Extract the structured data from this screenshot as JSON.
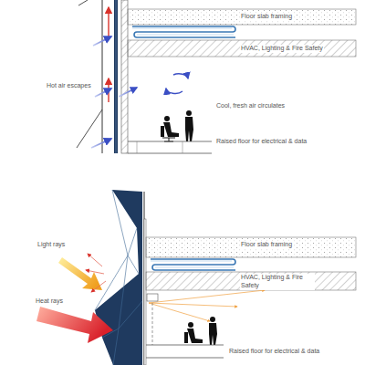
{
  "diagram": {
    "labels": [
      "Floor slab framing",
      "Hot air escapes",
      "HVAC, Lighting & Fire Safety",
      "Cool, fresh air circulates",
      "Raised floor for electrical & data",
      "Light rays",
      "Floor slab framing",
      "HVAC, Lighting & Fire Safety",
      "Heat rays",
      "Raised floor for electrical & data"
    ]
  }
}
